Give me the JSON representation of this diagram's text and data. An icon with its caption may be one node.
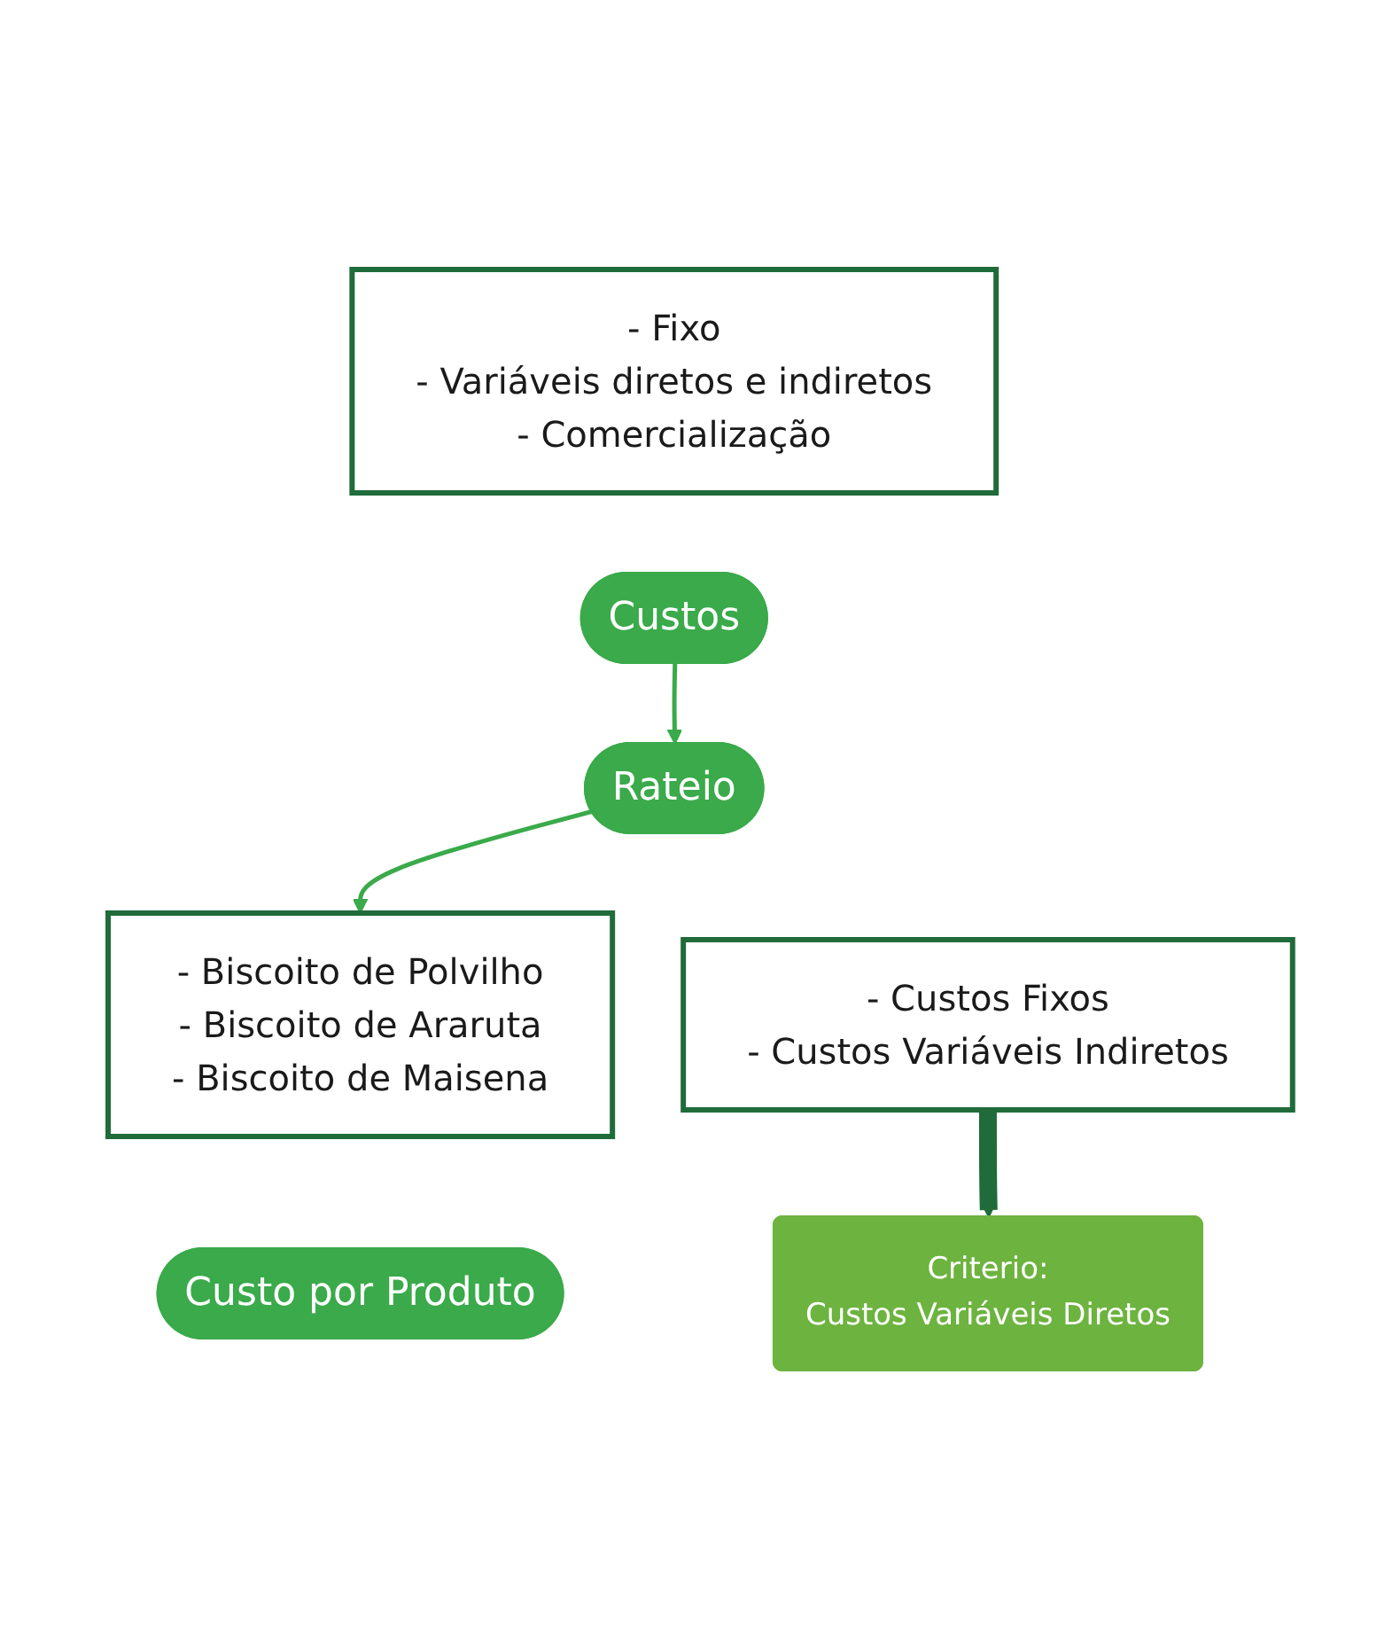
{
  "diagram": {
    "nodes": [
      {
        "text": [
          "- Fixo",
          "- Variáveis diretos e indiretos",
          "- Comercialização"
        ]
      },
      {
        "text": [
          "Custos"
        ]
      },
      {
        "text": [
          "Rateio"
        ]
      },
      {
        "text": [
          "- Custos Fixos",
          "- Custos Variáveis Indiretos"
        ]
      },
      {
        "text": [
          "Criterio:",
          "Custos Variáveis Diretos"
        ]
      },
      {
        "text": [
          "- Biscoito de Polvilho",
          "- Biscoito de Araruta",
          "- Biscoito de Maisena"
        ]
      },
      {
        "text": [
          "Custo por Produto"
        ]
      }
    ],
    "edges": [
      {
        "from": 1,
        "to": 2,
        "arrow": "to"
      },
      {
        "from": 3,
        "to": 4,
        "arrow": "to",
        "style": "thick",
        "color": "#1f6b3a"
      },
      {
        "from": 2,
        "to": 5,
        "arrow": "to"
      }
    ]
  }
}
